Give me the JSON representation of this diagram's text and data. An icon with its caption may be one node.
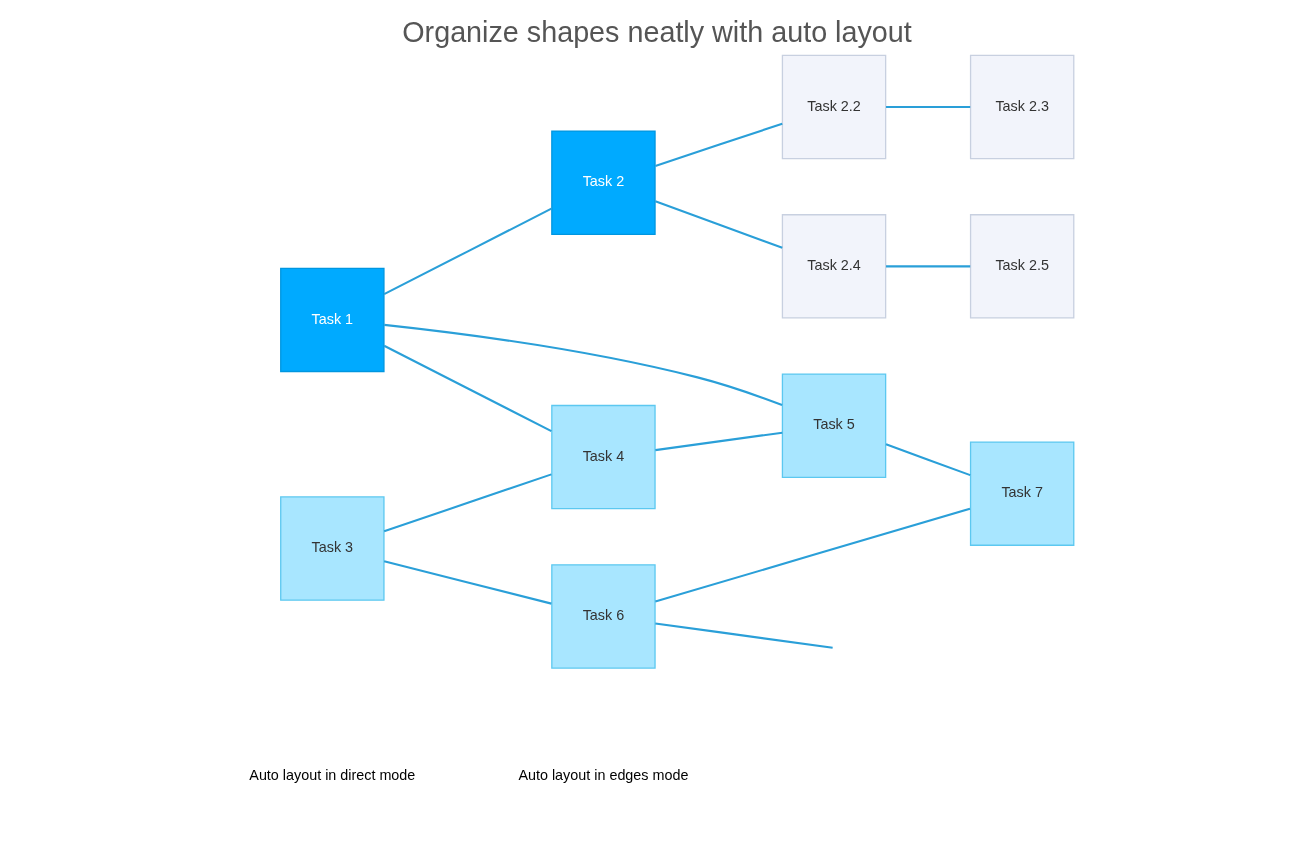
{
  "diagram": {
    "title": "Organize shapes neatly with auto layout",
    "nodes": [
      {
        "text": [
          "Task 2.2"
        ]
      },
      {
        "text": [
          "Task 2.3"
        ]
      },
      {
        "text": [
          "Task 1"
        ]
      },
      {
        "text": [
          "Task 2"
        ]
      },
      {
        "text": [
          "Task 2.4"
        ]
      },
      {
        "text": [
          "Task 2.5"
        ]
      },
      {
        "text": [
          "Task 3"
        ]
      },
      {
        "text": [
          "Task 4"
        ]
      },
      {
        "text": [
          "Task 5"
        ]
      },
      {
        "text": [
          "Task 6"
        ]
      },
      {
        "text": [
          "Task 7"
        ]
      }
    ],
    "edges": [
      {
        "from": 2,
        "to": 3,
        "arrow": "none"
      },
      {
        "from": 3,
        "to": 0,
        "arrow": "none"
      },
      {
        "from": 0,
        "to": 1,
        "arrow": "none"
      },
      {
        "from": 3,
        "to": 4,
        "arrow": "none"
      },
      {
        "from": 4,
        "to": 5,
        "arrow": "none"
      },
      {
        "from": 2,
        "to": 7,
        "arrow": "none"
      },
      {
        "from": 2,
        "to": 8,
        "arrow": "none"
      },
      {
        "from": 6,
        "to": 7,
        "arrow": "none"
      },
      {
        "from": 7,
        "to": 8,
        "arrow": "none"
      },
      {
        "from": 6,
        "to": 9,
        "arrow": "none"
      },
      {
        "from": 8,
        "to": 10,
        "arrow": "none"
      },
      {
        "from": 9,
        "to": 10,
        "arrow": "none"
      },
      {
        "from": 9,
        "to": null,
        "arrow": "none"
      }
    ],
    "labels": [
      "Auto layout in direct mode",
      "Auto layout in edges mode"
    ]
  }
}
